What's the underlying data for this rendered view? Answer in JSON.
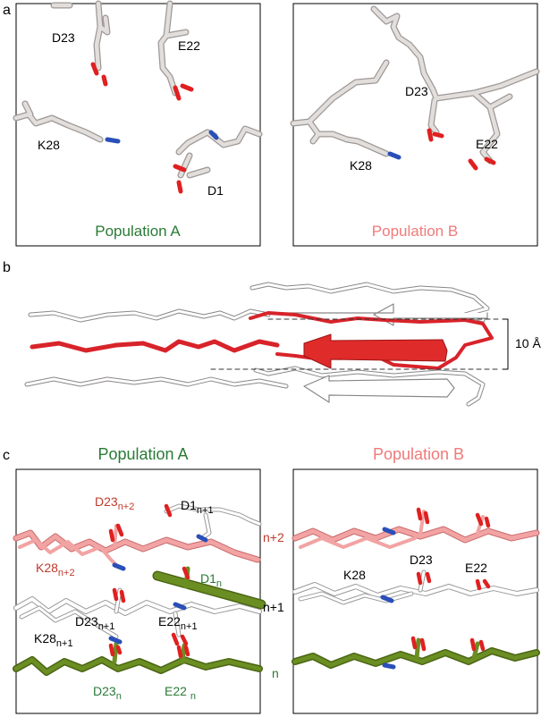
{
  "panel_a": {
    "letter": "a",
    "left": {
      "title": "Population A",
      "labels": {
        "d23": "D23",
        "e22": "E22",
        "k28": "K28",
        "d1": "D1"
      }
    },
    "right": {
      "title": "Population B",
      "labels": {
        "d23": "D23",
        "e22": "E22",
        "k28": "K28"
      }
    }
  },
  "panel_b": {
    "letter": "b",
    "spacing": "10 Å"
  },
  "panel_c": {
    "letter": "c",
    "left": {
      "title": "Population A",
      "d23_top": {
        "base": "D23",
        "sub": "n+2"
      },
      "d1_top": {
        "base": "D1",
        "sub": "n+1"
      },
      "layer_top": "n+2",
      "k28_top": {
        "base": "K28",
        "sub": "n+2"
      },
      "d1_mid": {
        "base": "D1",
        "sub": "n"
      },
      "layer_mid": "n+1",
      "d23_mid": {
        "base": "D23",
        "sub": "n+1"
      },
      "e22_mid": {
        "base": "E22",
        "sub": "n+1"
      },
      "k28_mid": {
        "base": "K28",
        "sub": "n+1"
      },
      "layer_bot": "n",
      "d23_bot": {
        "base": "D23",
        "sub": "n"
      },
      "e22_bot": {
        "base": "E22 ",
        "sub": "n"
      }
    },
    "right": {
      "title": "Population B",
      "labels": {
        "d23": "D23",
        "k28": "K28",
        "e22": "E22"
      }
    }
  },
  "colors": {
    "population_a": "#2a7a36",
    "population_b": "#f07a7a",
    "red_chain": "#d8232a",
    "olive": "#6b8e23",
    "salmon": "#f2a3a3",
    "oxygen": "#e02020",
    "nitrogen": "#2a4fb8",
    "grey_stick": "#d9d4d2",
    "label_red": "#c0392b",
    "label_green": "#2a7a36"
  }
}
